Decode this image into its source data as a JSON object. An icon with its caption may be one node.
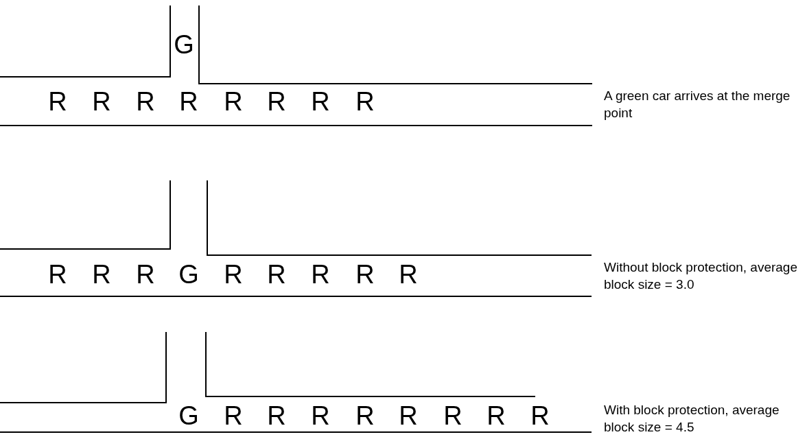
{
  "diagram": {
    "labels": [
      "G",
      "R",
      "R",
      "R",
      "R",
      "R",
      "R",
      "R",
      "R",
      "A green car arrives at the merge point",
      "R",
      "R",
      "R",
      "G",
      "R",
      "R",
      "R",
      "R",
      "R",
      "Without block protection, average block size = 3.0",
      "G",
      "R",
      "R",
      "R",
      "R",
      "R",
      "R",
      "R",
      "R",
      "With block protection, average block size = 4.5"
    ]
  }
}
